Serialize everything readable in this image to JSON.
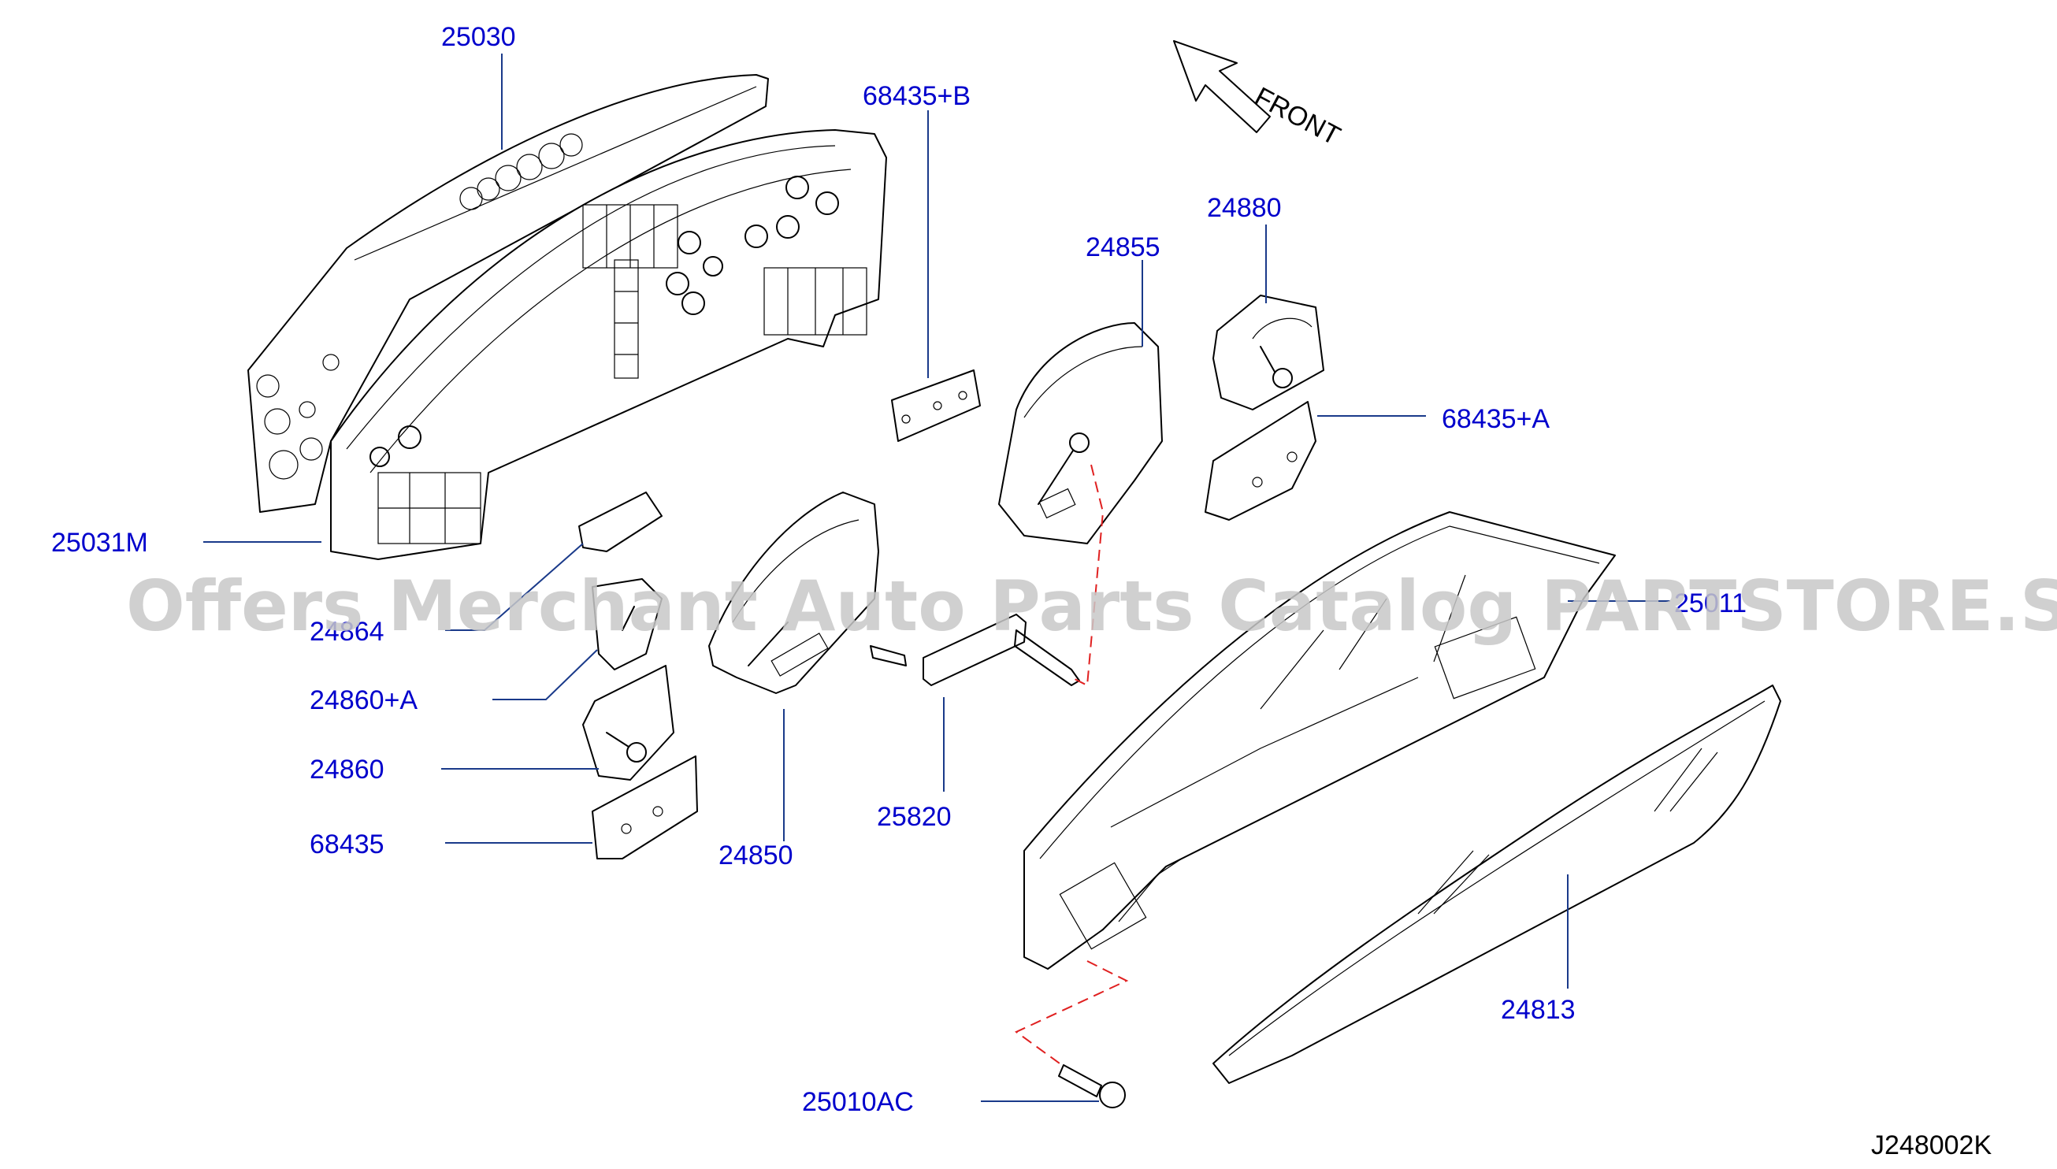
{
  "diagram": {
    "direction_label": "FRONT",
    "drawing_code": "J248002K",
    "watermark": "Offers Merchant Auto Parts Catalog PARTSTORE.SA",
    "parts": [
      {
        "id": "p25030",
        "number": "25030"
      },
      {
        "id": "p68435b",
        "number": "68435+B"
      },
      {
        "id": "p24880",
        "number": "24880"
      },
      {
        "id": "p24855",
        "number": "24855"
      },
      {
        "id": "p68435a",
        "number": "68435+A"
      },
      {
        "id": "p25031m",
        "number": "25031M"
      },
      {
        "id": "p24864",
        "number": "24864"
      },
      {
        "id": "p25011",
        "number": "25011"
      },
      {
        "id": "p24860a",
        "number": "24860+A"
      },
      {
        "id": "p24860",
        "number": "24860"
      },
      {
        "id": "p68435",
        "number": "68435"
      },
      {
        "id": "p24850",
        "number": "24850"
      },
      {
        "id": "p25820",
        "number": "25820"
      },
      {
        "id": "p24813",
        "number": "24813"
      },
      {
        "id": "p25010ac",
        "number": "25010AC"
      }
    ]
  }
}
